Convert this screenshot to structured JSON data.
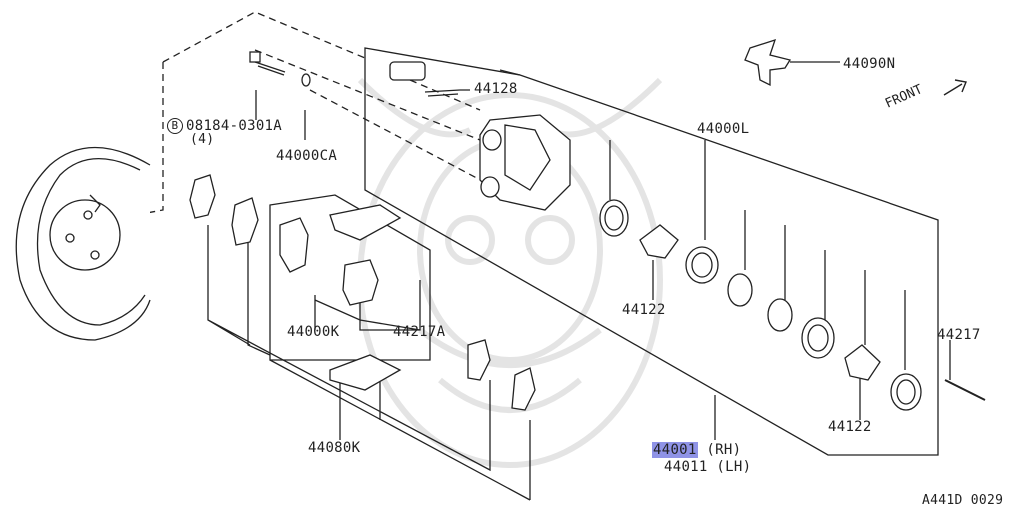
{
  "diagram": {
    "id_code": "A441D 0029",
    "front_label": "FRONT",
    "watermark_color": "#d9d9d9",
    "highlight_color": "#8f93e6",
    "line_color": "#222222"
  },
  "parts": {
    "p44090N": "44090N",
    "p44128": "44128",
    "p08184": "08184-0301A",
    "p08184_qty": "(4)",
    "p08184_marker": "B",
    "p44000CA": "44000CA",
    "p44000L": "44000L",
    "p44000K": "44000K",
    "p44217A": "44217A",
    "p44122_upper": "44122",
    "p44122_lower": "44122",
    "p44217": "44217",
    "p44080K": "44080K",
    "p44001_num": "44001",
    "p44001_side": "(RH)",
    "p44011_num": "44011",
    "p44011_side": "(LH)"
  }
}
